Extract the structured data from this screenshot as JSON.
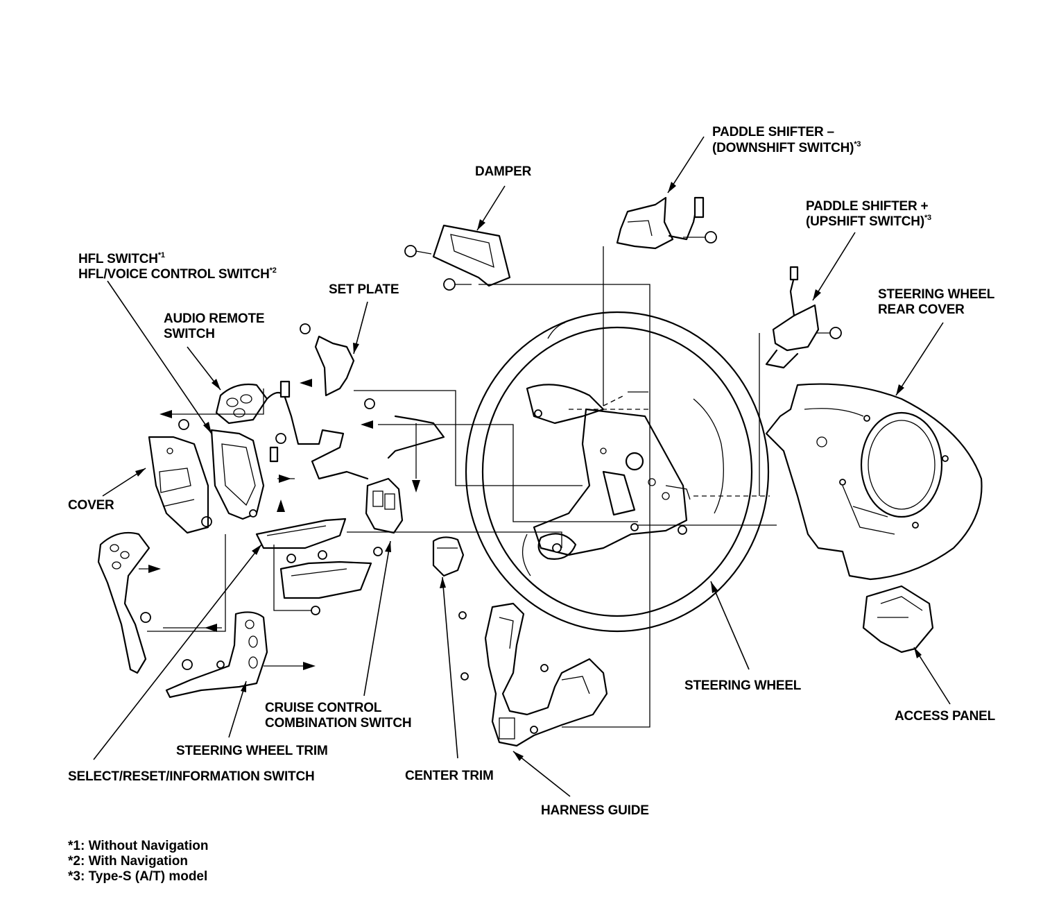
{
  "labels": {
    "paddle_down_1": "PADDLE SHIFTER –",
    "paddle_down_2": "(DOWNSHIFT SWITCH)",
    "paddle_down_sup": "*3",
    "damper": "DAMPER",
    "paddle_up_1": "PADDLE SHIFTER +",
    "paddle_up_2": "(UPSHIFT SWITCH)",
    "paddle_up_sup": "*3",
    "hfl_1": "HFL SWITCH",
    "hfl_1_sup": "*1",
    "hfl_2": "HFL/VOICE CONTROL SWITCH",
    "hfl_2_sup": "*2",
    "set_plate": "SET PLATE",
    "rear_cover_1": "STEERING WHEEL",
    "rear_cover_2": "REAR COVER",
    "audio_1": "AUDIO REMOTE",
    "audio_2": "SWITCH",
    "cover": "COVER",
    "steering_wheel": "STEERING WHEEL",
    "access_panel": "ACCESS PANEL",
    "cruise_1": "CRUISE CONTROL",
    "cruise_2": "COMBINATION SWITCH",
    "trim": "STEERING WHEEL TRIM",
    "select": "SELECT/RESET/INFORMATION SWITCH",
    "center_trim": "CENTER TRIM",
    "harness_guide": "HARNESS GUIDE"
  },
  "footnotes": [
    "*1: Without Navigation",
    "*2: With Navigation",
    "*3: Type-S (A/T) model"
  ]
}
